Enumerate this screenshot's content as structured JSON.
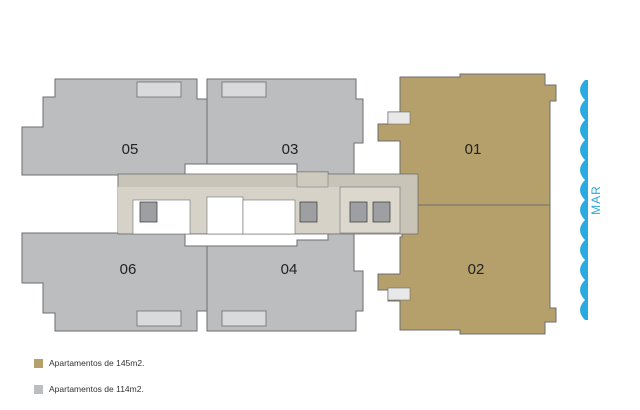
{
  "colors": {
    "large_unit": "#b5a06b",
    "small_unit": "#bcbdbf",
    "circulation": "#c9c4b8",
    "wall": "#6d6e71",
    "sea": "#29abe2"
  },
  "units": [
    {
      "id": "01",
      "label": "01",
      "type": "large"
    },
    {
      "id": "02",
      "label": "02",
      "type": "large"
    },
    {
      "id": "03",
      "label": "03",
      "type": "small"
    },
    {
      "id": "04",
      "label": "04",
      "type": "small"
    },
    {
      "id": "05",
      "label": "05",
      "type": "small"
    },
    {
      "id": "06",
      "label": "06",
      "type": "small"
    }
  ],
  "sea_label": "MAR",
  "legend": [
    {
      "label": "Apartamentos de 145m2.",
      "type": "large"
    },
    {
      "label": "Apartamentos de 114m2.",
      "type": "small"
    }
  ]
}
